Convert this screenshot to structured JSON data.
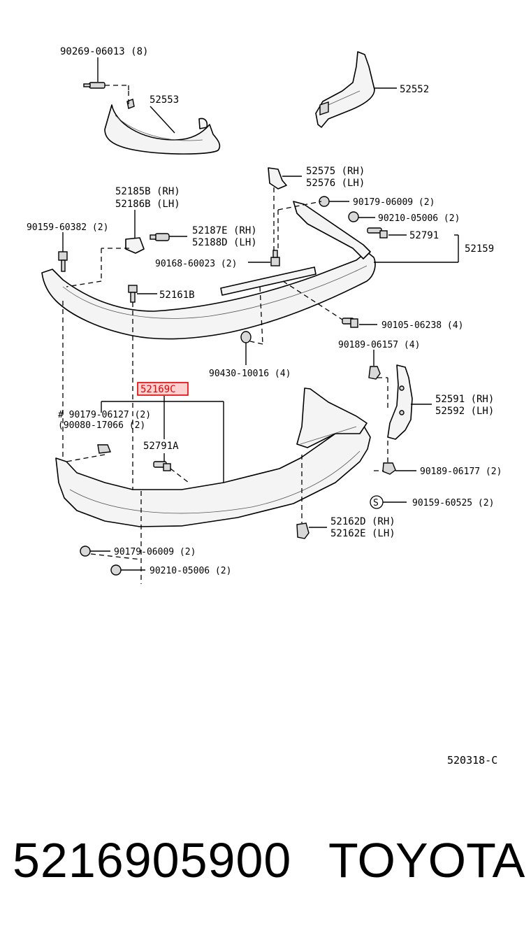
{
  "diagram": {
    "labels": {
      "p90269": "90269-06013 (8)",
      "p52553": "52553",
      "p52552": "52552",
      "p52575": "52575 (RH)",
      "p52576": "52576 (LH)",
      "p52185": "52185B (RH)",
      "p52186": "52186B (LH)",
      "p90179a": "90179-06009 (2)",
      "p90210a": "90210-05006 (2)",
      "p90159": "90159-60382 (2)",
      "p52187": "52187E (RH)",
      "p52188": "52188D (LH)",
      "p52791": "52791",
      "p52159": "52159",
      "p90168": "90168-60023 (2)",
      "p52161": "52161B",
      "p90105": "90105-06238 (4)",
      "p90189a": "90189-06157 (4)",
      "p90430": "90430-10016 (4)",
      "p52169": "52169C",
      "p90179b": "# 90179-06127 (2)",
      "p90080": "(90080-17066 (2)",
      "p52791a": "52791A",
      "p52591": "52591 (RH)",
      "p52592": "52592 (LH)",
      "p90189b": "90189-06177 (2)",
      "s_mark": "S",
      "p90159b": "90159-60525 (2)",
      "p52162d": "52162D (RH)",
      "p52162e": "52162E (LH)",
      "p90179c": "90179-06009 (2)",
      "p90210b": "90210-05006 (2)"
    },
    "highlight_color": "#e00000",
    "diagram_code": "520318-C"
  },
  "footer": {
    "part_number": "5216905900",
    "brand": "TOYOTA"
  }
}
